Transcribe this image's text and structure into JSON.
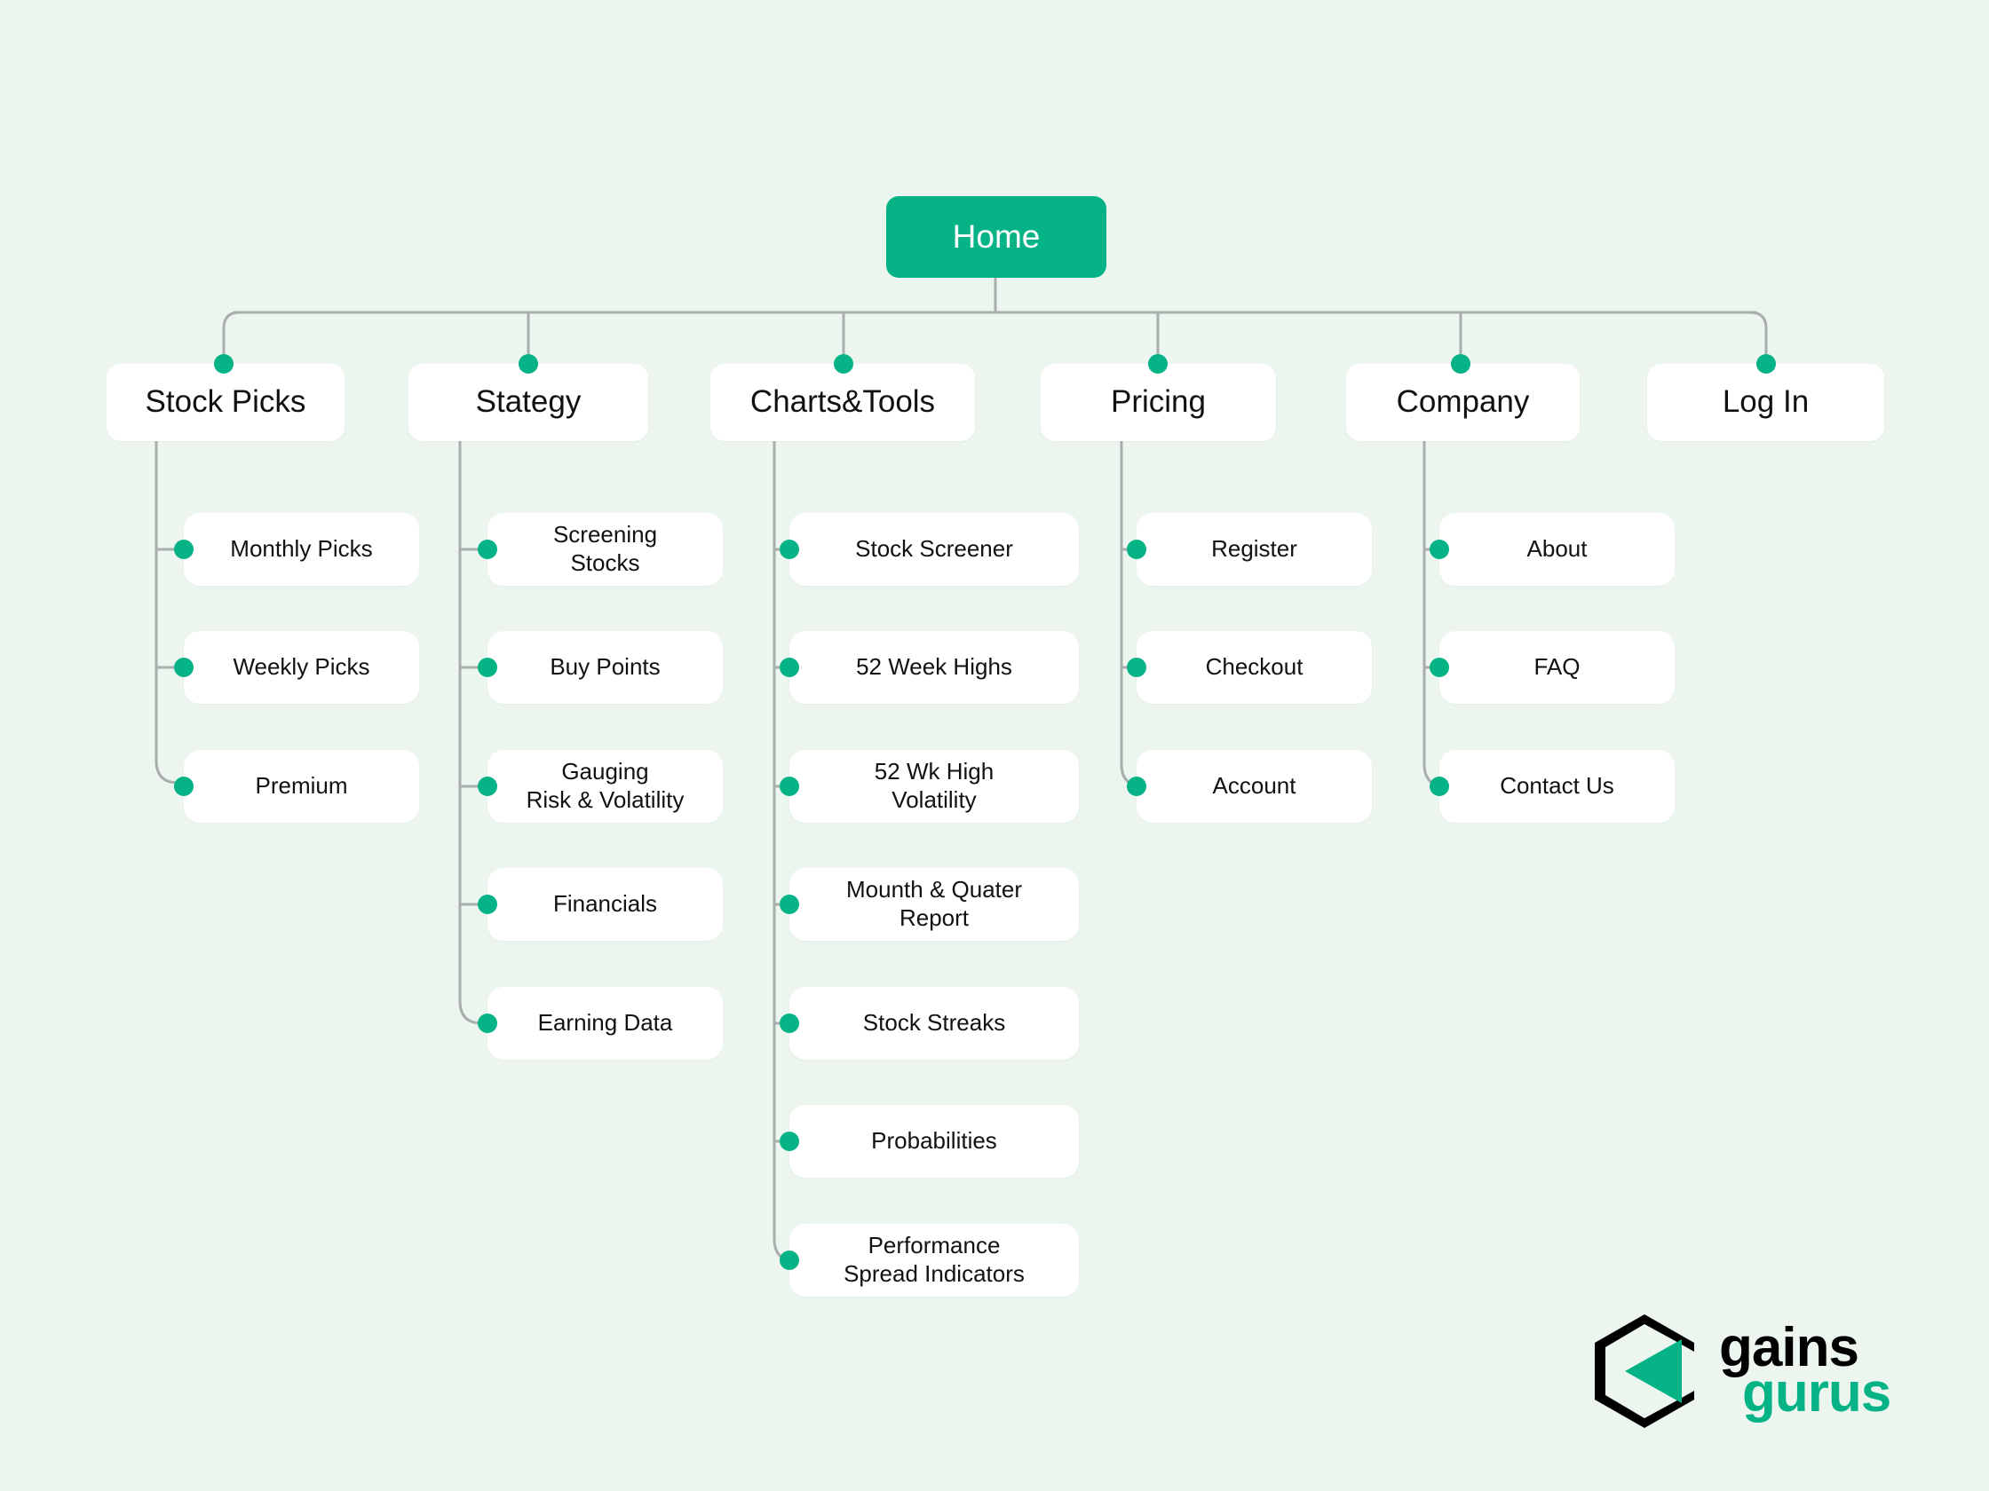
{
  "canvas": {
    "background_color": "#ecf6ef",
    "accent_color": "#06b387",
    "node_color": "#ffffff",
    "line_color": "#a7aead",
    "text_color": "#111111"
  },
  "diagram": {
    "type": "sitemap-tree",
    "root": {
      "label": "Home"
    },
    "branches": [
      {
        "label": "Stock Picks",
        "children": [
          {
            "lines": [
              "Monthly Picks"
            ]
          },
          {
            "lines": [
              "Weekly Picks"
            ]
          },
          {
            "lines": [
              "Premium"
            ]
          }
        ]
      },
      {
        "label": "Stategy",
        "children": [
          {
            "lines": [
              "Screening",
              "Stocks"
            ]
          },
          {
            "lines": [
              "Buy Points"
            ]
          },
          {
            "lines": [
              "Gauging",
              "Risk & Volatility"
            ]
          },
          {
            "lines": [
              "Financials"
            ]
          },
          {
            "lines": [
              "Earning Data"
            ]
          }
        ]
      },
      {
        "label": "Charts&Tools",
        "children": [
          {
            "lines": [
              "Stock Screener"
            ]
          },
          {
            "lines": [
              "52 Week Highs"
            ]
          },
          {
            "lines": [
              "52 Wk High",
              "Volatility"
            ]
          },
          {
            "lines": [
              "Mounth & Quater",
              "Report"
            ]
          },
          {
            "lines": [
              "Stock Streaks"
            ]
          },
          {
            "lines": [
              "Probabilities"
            ]
          },
          {
            "lines": [
              "Performance",
              "Spread Indicators"
            ]
          }
        ]
      },
      {
        "label": "Pricing",
        "children": [
          {
            "lines": [
              "Register"
            ]
          },
          {
            "lines": [
              "Checkout"
            ]
          },
          {
            "lines": [
              "Account"
            ]
          }
        ]
      },
      {
        "label": "Company",
        "children": [
          {
            "lines": [
              "About"
            ]
          },
          {
            "lines": [
              "FAQ"
            ]
          },
          {
            "lines": [
              "Contact Us"
            ]
          }
        ]
      },
      {
        "label": "Log In",
        "children": []
      }
    ]
  },
  "logo": {
    "name": "gains-gurus-logo",
    "word_top": "gains",
    "word_bottom": "gurus",
    "mark": "hexagon-c-with-play-triangle",
    "word_top_color": "#000000",
    "word_bottom_color": "#06b387"
  }
}
